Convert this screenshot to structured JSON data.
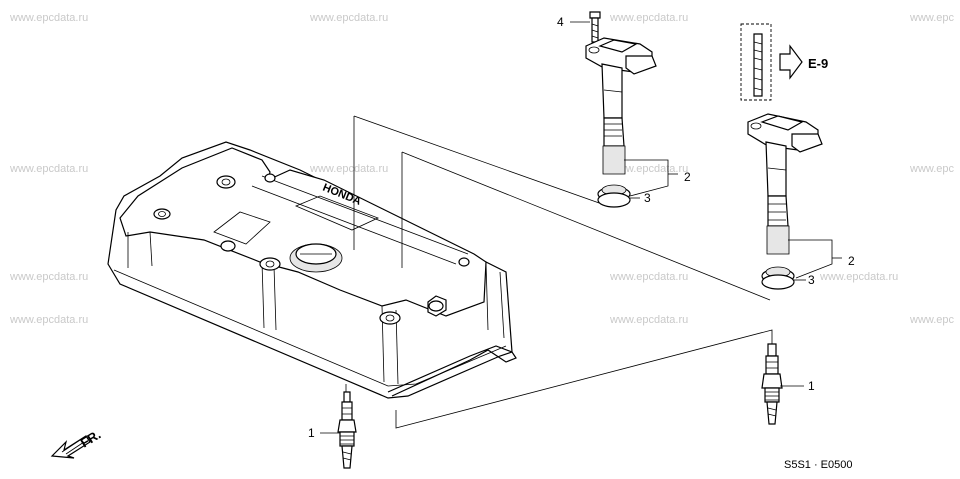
{
  "watermark": "www.epcdata.ru",
  "watermark_partial": "www.epc",
  "callouts": {
    "c4": "4",
    "c2_upper": "2",
    "c3_upper": "3",
    "c2_lower": "2",
    "c3_lower": "3",
    "c1_right": "1",
    "c1_left": "1"
  },
  "reference": "E-9",
  "direction_label": "FR.",
  "brand_text": "HONDA",
  "drawing_code": "S5S1 · E0500"
}
